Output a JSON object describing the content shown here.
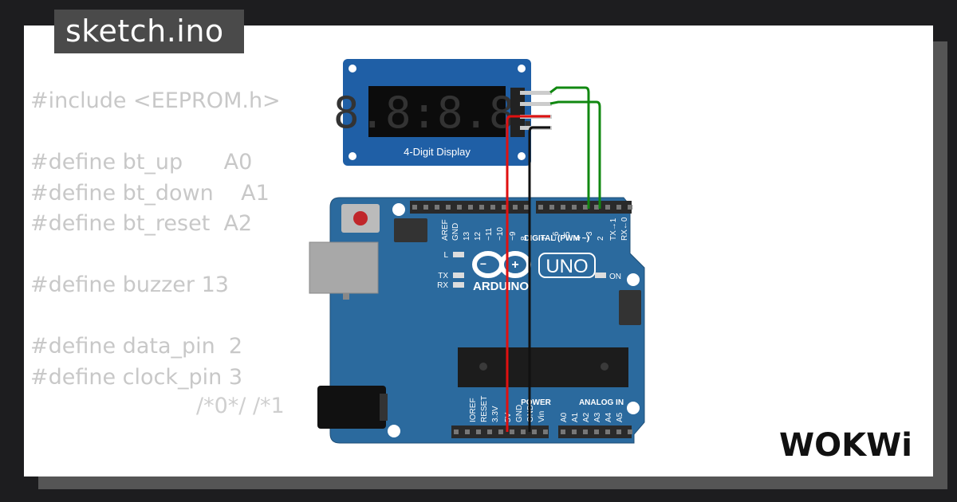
{
  "window": {
    "title": "sketch.ino"
  },
  "code": {
    "lines": [
      "#include <EEPROM.h>",
      "",
      "#define bt_up      A0",
      "#define bt_down    A1",
      "#define bt_reset  A2",
      "",
      "#define buzzer 13",
      "",
      "#define data_pin  2",
      "#define clock_pin 3"
    ],
    "tail": "/*0*/ /*1"
  },
  "display": {
    "label": "4-Digit Display",
    "digits": "8.8:8.8."
  },
  "arduino": {
    "brand": "ARDUINO",
    "model": "UNO",
    "digital_label": "DIGITAL (PWM ~)",
    "power_label": "POWER",
    "analog_label": "ANALOG IN",
    "on_label": "ON",
    "led_l": "L",
    "led_tx": "TX",
    "led_rx": "RX",
    "top_pins": [
      "AREF",
      "GND",
      "13",
      "12",
      "~11",
      "~10",
      "~9",
      "8",
      "7",
      "~6",
      "~5",
      "4",
      "~3",
      "2",
      "TX→1",
      "RX←0"
    ],
    "power_pins": [
      "IOREF",
      "RESET",
      "3.3V",
      "5V",
      "GND",
      "GND",
      "Vin"
    ],
    "analog_pins": [
      "A0",
      "A1",
      "A2",
      "A3",
      "A4",
      "A5"
    ]
  },
  "brand": {
    "logo_text": "WOKWi"
  },
  "colors": {
    "board": "#2b6a9e",
    "display": "#1f5fa6",
    "wire_green": "#118811",
    "wire_red": "#e01010",
    "wire_black": "#111111"
  }
}
